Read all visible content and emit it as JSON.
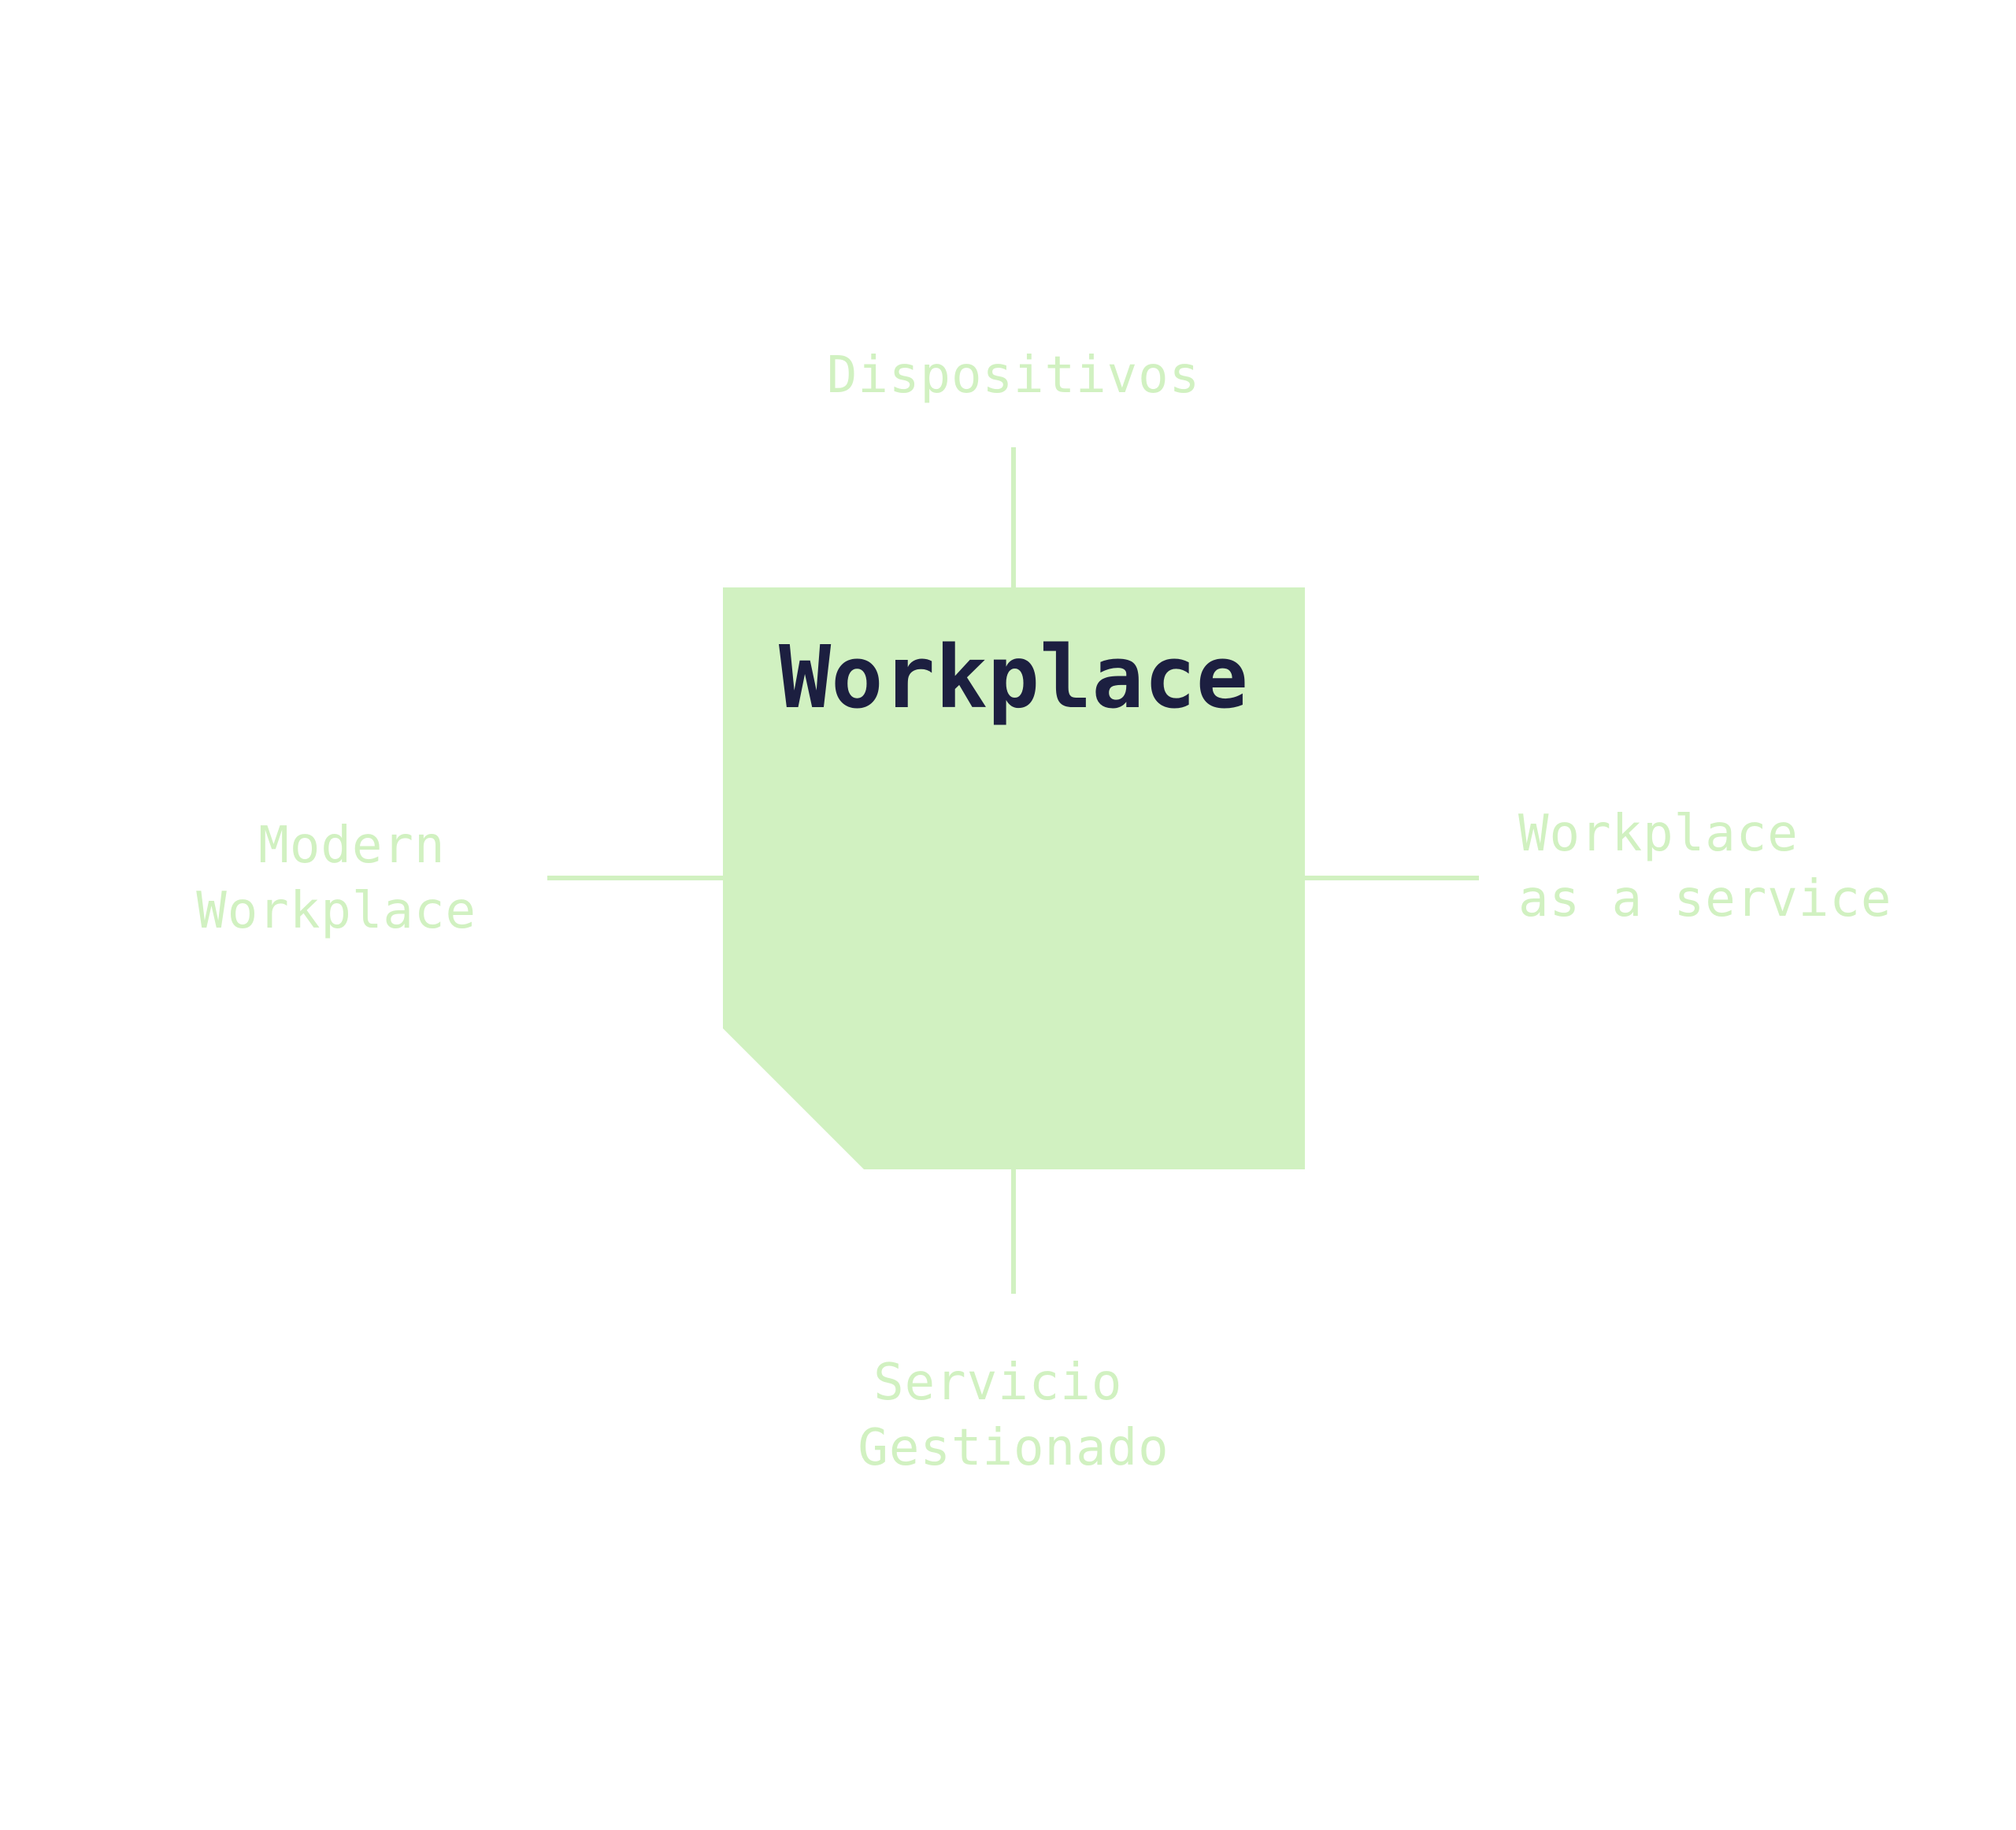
{
  "diagram": {
    "colors": {
      "accent": "#d1f1c1",
      "label": "#d1f1c1",
      "title": "#1c1f40",
      "background": "#ffffff"
    },
    "center": {
      "title": "Workplace"
    },
    "nodes": {
      "top": {
        "lines": [
          "Dispositivos"
        ]
      },
      "left": {
        "lines": [
          "Modern",
          "Workplace"
        ]
      },
      "right": {
        "lines": [
          "Workplace",
          "as a service"
        ]
      },
      "bottom": {
        "lines": [
          "Servicio",
          "Gestionado"
        ]
      }
    }
  }
}
